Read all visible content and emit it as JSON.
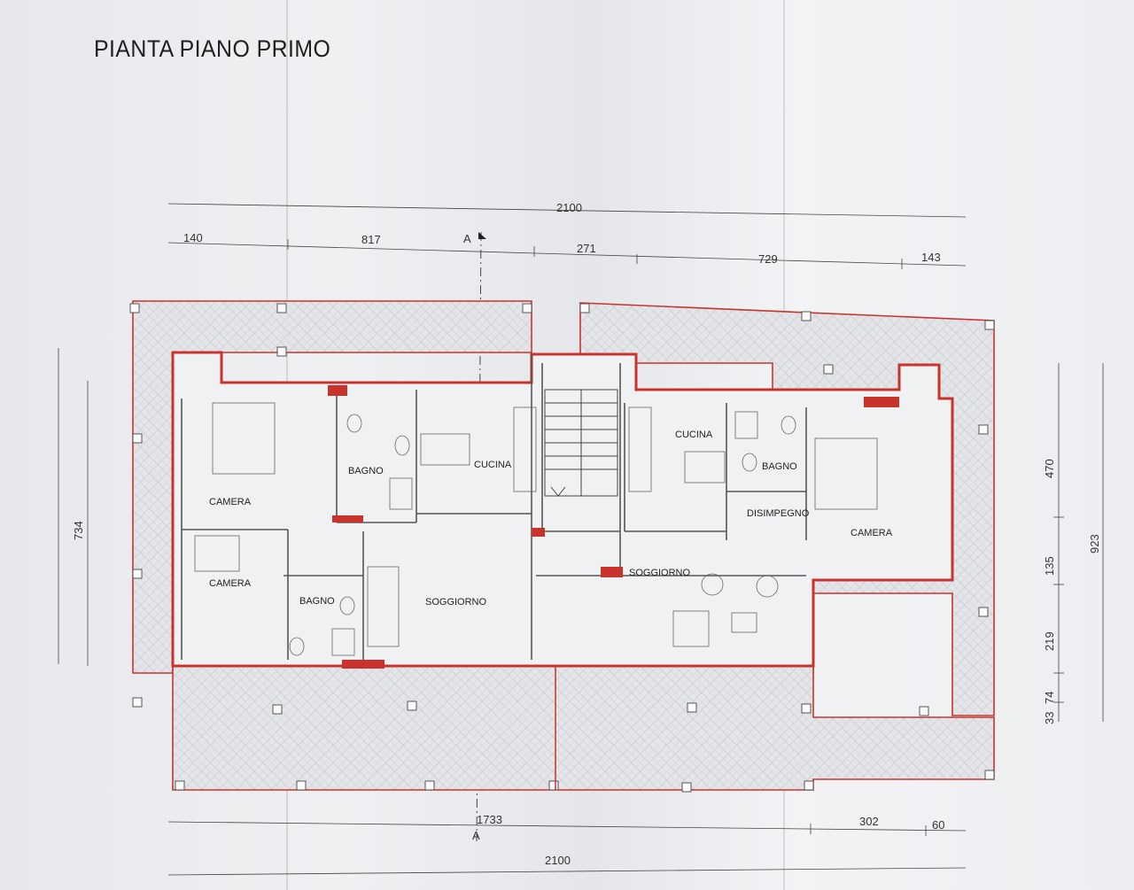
{
  "title": "PIANTA PIANO PRIMO",
  "section_marker": "A",
  "dimensions": {
    "top_total": "2100",
    "top_left": "140",
    "top_a": "817",
    "top_b": "271",
    "top_c": "729",
    "top_right": "143",
    "bottom_a": "1733",
    "bottom_b": "302",
    "bottom_c": "60",
    "bottom_total": "2100",
    "left_height": "734",
    "right_1": "470",
    "right_2": "135",
    "right_3": "219",
    "right_4": "33",
    "right_5": "74",
    "right_total": "923"
  },
  "rooms": {
    "camera_1": "CAMERA",
    "camera_2": "CAMERA",
    "camera_3": "CAMERA",
    "bagno_1": "BAGNO",
    "bagno_2": "BAGNO",
    "bagno_3": "BAGNO",
    "cucina_1": "CUCINA",
    "cucina_2": "CUCINA",
    "soggiorno_1": "SOGGIORNO",
    "soggiorno_2": "SOGGIORNO",
    "disimpegno": "DISIMPEGNO"
  },
  "colors": {
    "wall_red": "#c8342c",
    "line_dark": "#333333",
    "paper": "#eceef1"
  }
}
